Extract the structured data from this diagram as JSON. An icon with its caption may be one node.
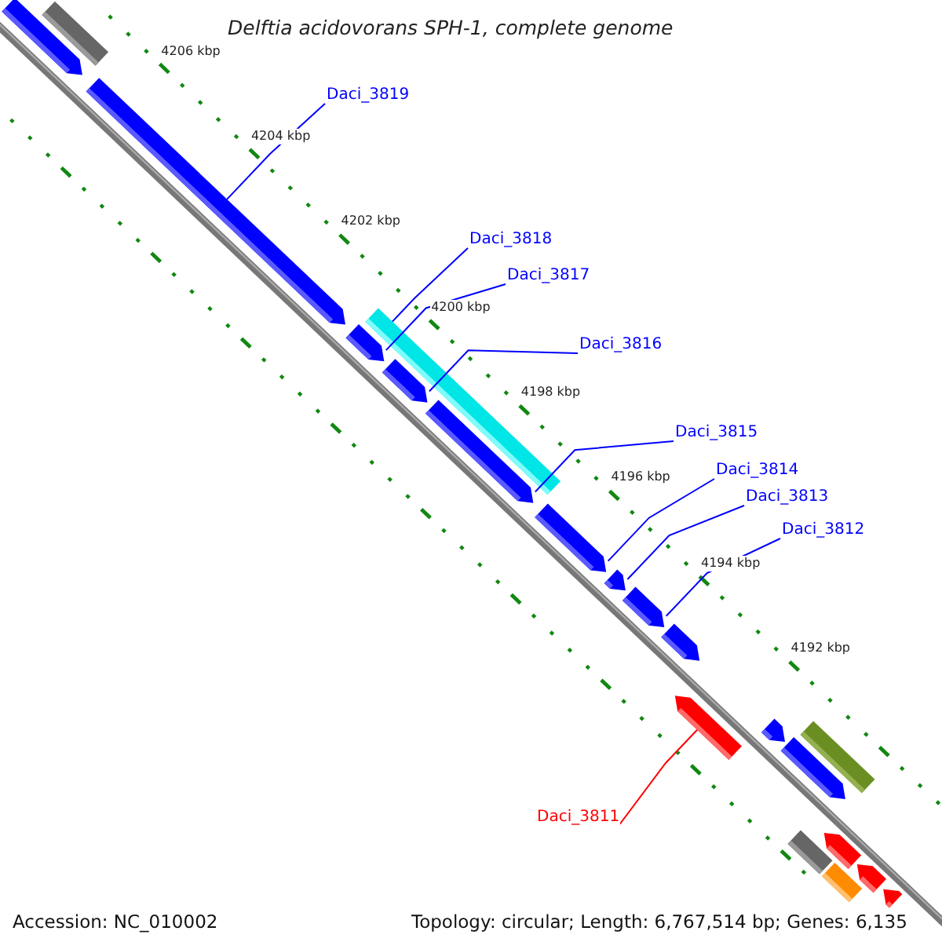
{
  "diagram": {
    "title": "Delftia acidovorans SPH-1, complete genome",
    "nodes": [
      {
        "text": [],
        "shape": "box"
      },
      {
        "text": [],
        "shape": "arrow"
      },
      {
        "text": [],
        "shape": "arrow"
      },
      {
        "text": [],
        "shape": "arrow"
      },
      {
        "text": [],
        "shape": "arrow"
      },
      {
        "text": [],
        "shape": "arrow"
      },
      {
        "text": [],
        "shape": "box"
      },
      {
        "text": [],
        "shape": "arrow"
      },
      {
        "text": [],
        "shape": "arrow"
      },
      {
        "text": [],
        "shape": "arrow"
      },
      {
        "text": [],
        "shape": "arrow"
      },
      {
        "text": [],
        "shape": "arrow"
      },
      {
        "text": [],
        "shape": "arrow"
      },
      {
        "text": [],
        "shape": "arrow"
      },
      {
        "text": [],
        "shape": "box"
      },
      {
        "text": [],
        "shape": "arrow"
      },
      {
        "text": [],
        "shape": "arrow"
      },
      {
        "text": [],
        "shape": "arrow"
      },
      {
        "text": [],
        "shape": "box"
      },
      {
        "text": [],
        "shape": "box"
      },
      {
        "text": [
          "Daci_3819"
        ]
      },
      {
        "text": [
          "Daci_3818"
        ]
      },
      {
        "text": [
          "Daci_3817"
        ]
      },
      {
        "text": [
          "Daci_3816"
        ]
      },
      {
        "text": [
          "Daci_3815"
        ]
      },
      {
        "text": [
          "Daci_3814"
        ]
      },
      {
        "text": [
          "Daci_3813"
        ]
      },
      {
        "text": [
          "Daci_3812"
        ]
      },
      {
        "text": [
          "Daci_3811"
        ]
      }
    ],
    "edges": [
      {
        "from": 20,
        "to": 2,
        "arrow": "none"
      },
      {
        "from": 21,
        "to": 6,
        "arrow": "none"
      },
      {
        "from": 22,
        "to": 3,
        "arrow": "none"
      },
      {
        "from": 23,
        "to": 4,
        "arrow": "none"
      },
      {
        "from": 24,
        "to": 5,
        "arrow": "none"
      },
      {
        "from": 25,
        "to": 7,
        "arrow": "none"
      },
      {
        "from": 26,
        "to": 8,
        "arrow": "none"
      },
      {
        "from": 27,
        "to": 9,
        "arrow": "none"
      },
      {
        "from": 28,
        "to": 11,
        "arrow": "none",
        "color": "#ff0000"
      }
    ],
    "labels": [
      "4206 kbp",
      "4204 kbp",
      "4202 kbp",
      "4200 kbp",
      "4198 kbp",
      "4196 kbp",
      "4194 kbp",
      "4192 kbp",
      "Accession: NC_010002",
      "Topology: circular; Length: 6,767,514 bp; Genes: 6,135"
    ]
  }
}
